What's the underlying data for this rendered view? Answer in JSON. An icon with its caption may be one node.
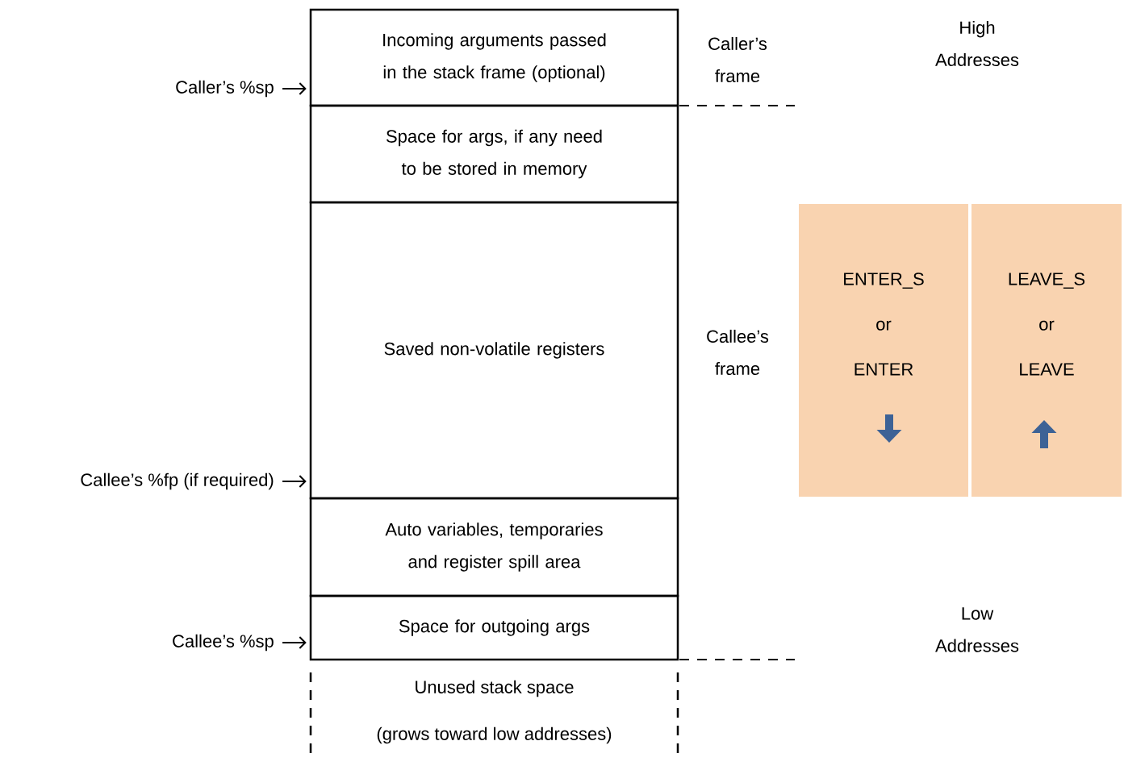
{
  "diagram": {
    "nodes": [
      {
        "text": [
          "Incoming arguments passed in the stack frame (optional)"
        ]
      },
      {
        "text": [
          "Space for args, if any need to be stored in memory"
        ]
      },
      {
        "text": [
          "Saved non-volatile registers"
        ]
      },
      {
        "text": [
          "Auto variables, temporaries and register spill area"
        ]
      },
      {
        "text": [
          "Space for outgoing args"
        ]
      },
      {
        "text": [
          "Unused stack space",
          "(grows toward low addresses)"
        ]
      },
      {
        "text": [
          "ENTER_S",
          "or",
          "ENTER"
        ]
      },
      {
        "text": [
          "LEAVE_S",
          "or",
          "LEAVE"
        ]
      },
      {
        "text": [
          "Caller’s %sp"
        ]
      },
      {
        "text": [
          "Callee’s %fp (if required)"
        ]
      },
      {
        "text": [
          "Callee’s %sp"
        ]
      }
    ],
    "edges": [
      {
        "from": 8,
        "to": 0,
        "arrow": "to"
      },
      {
        "from": 9,
        "to": 2,
        "arrow": "to"
      },
      {
        "from": 10,
        "to": 4,
        "arrow": "to"
      }
    ],
    "labels": [
      "Caller’s frame",
      "High Addresses",
      "Callee’s frame",
      "Low Addresses"
    ]
  }
}
